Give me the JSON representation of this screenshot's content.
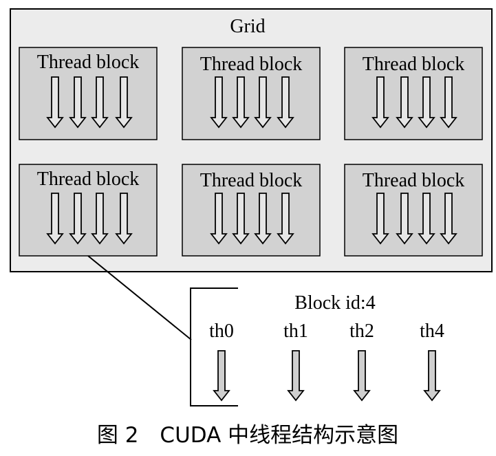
{
  "grid": {
    "label": "Grid",
    "blocks": [
      {
        "label": "Thread block"
      },
      {
        "label": "Thread block"
      },
      {
        "label": "Thread block"
      },
      {
        "label": "Thread block"
      },
      {
        "label": "Thread block"
      },
      {
        "label": "Thread block"
      }
    ]
  },
  "detail": {
    "title": "Block id:4",
    "threads": [
      "th0",
      "th1",
      "th2",
      "th4"
    ]
  },
  "caption": "图 2　CUDA 中线程结构示意图",
  "colors": {
    "grid_fill": "#ececec",
    "block_fill": "#d2d2d2",
    "arrow_fill": "#e6e6e6",
    "detail_arrow_fill": "#cfcfcf",
    "stroke": "#000000"
  }
}
